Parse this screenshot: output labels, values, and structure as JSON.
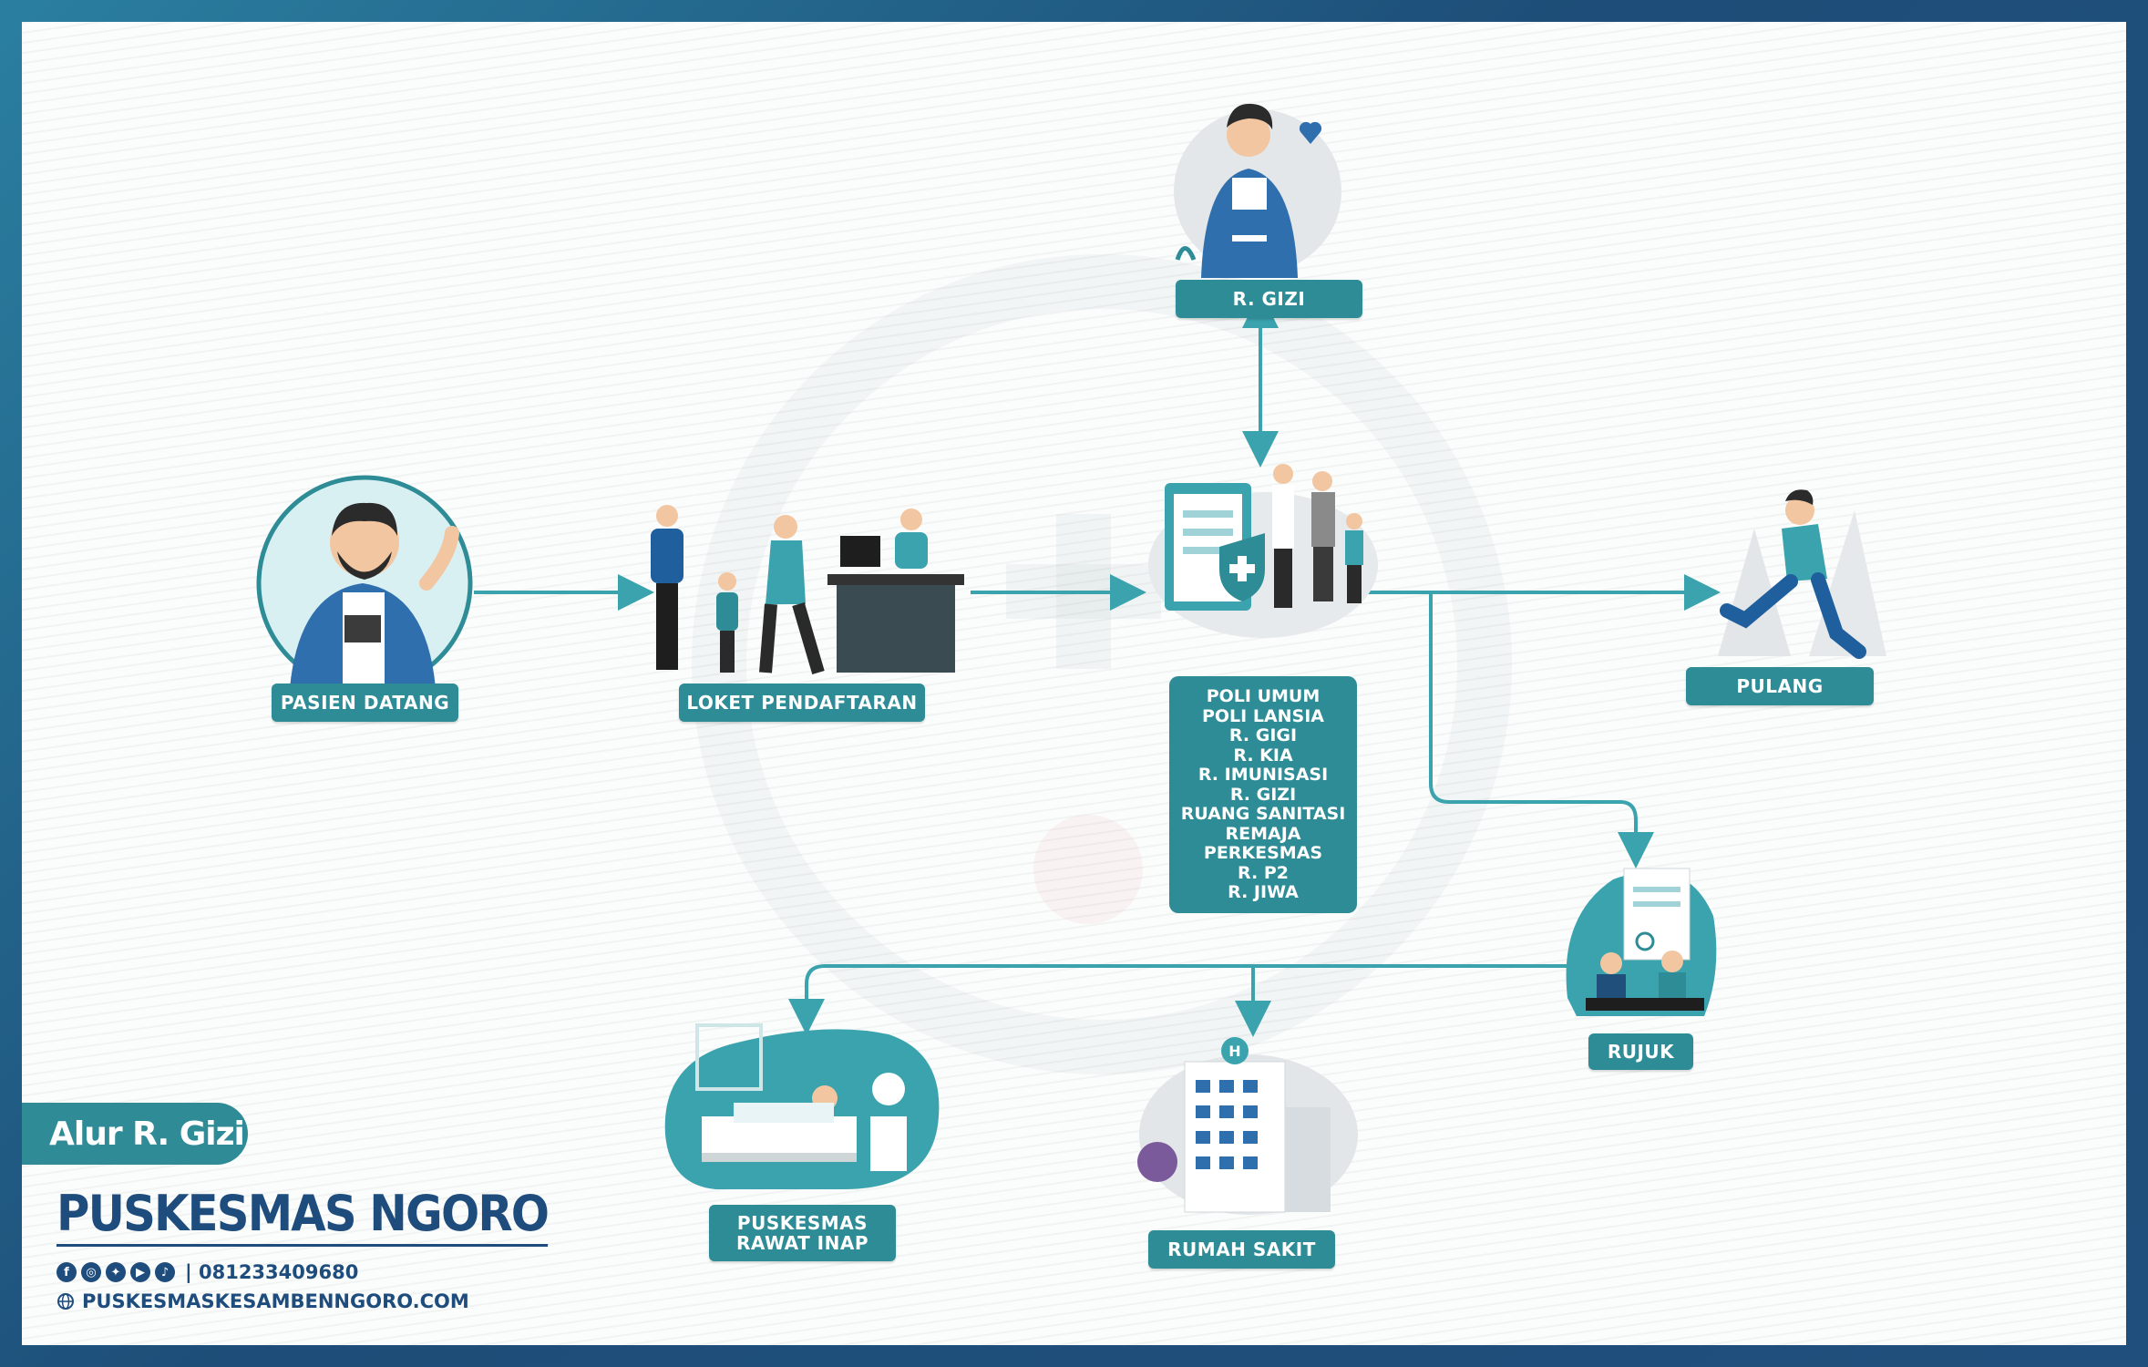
{
  "nodes": {
    "pasien_datang": "PASIEN DATANG",
    "loket_pendaftaran": "LOKET PENDAFTARAN",
    "r_gizi": "R. GIZI",
    "pulang": "PULANG",
    "rujuk": "RUJUK",
    "puskesmas_rawat_inap": [
      "PUSKESMAS",
      "RAWAT INAP"
    ],
    "rumah_sakit": "RUMAH SAKIT"
  },
  "services": [
    "POLI UMUM",
    "POLI LANSIA",
    "R. GIGI",
    "R. KIA",
    "R. IMUNISASI",
    "R. GIZI",
    "RUANG SANITASI",
    "REMAJA",
    "PERKESMAS",
    "R. P2",
    "R. JIWA"
  ],
  "branding": {
    "flow_title": "Alur R. Gizi",
    "org_name": "PUSKESMAS NGORO",
    "phone": "| 081233409680",
    "website": "PUSKESMASKESAMBENNGORO.COM",
    "social_icons": [
      "facebook-icon",
      "instagram-icon",
      "twitter-icon",
      "youtube-icon",
      "tiktok-icon"
    ]
  },
  "colors": {
    "accent": "#2e8c96",
    "brand": "#1e4d7d",
    "arrow": "#3aa3ad"
  }
}
